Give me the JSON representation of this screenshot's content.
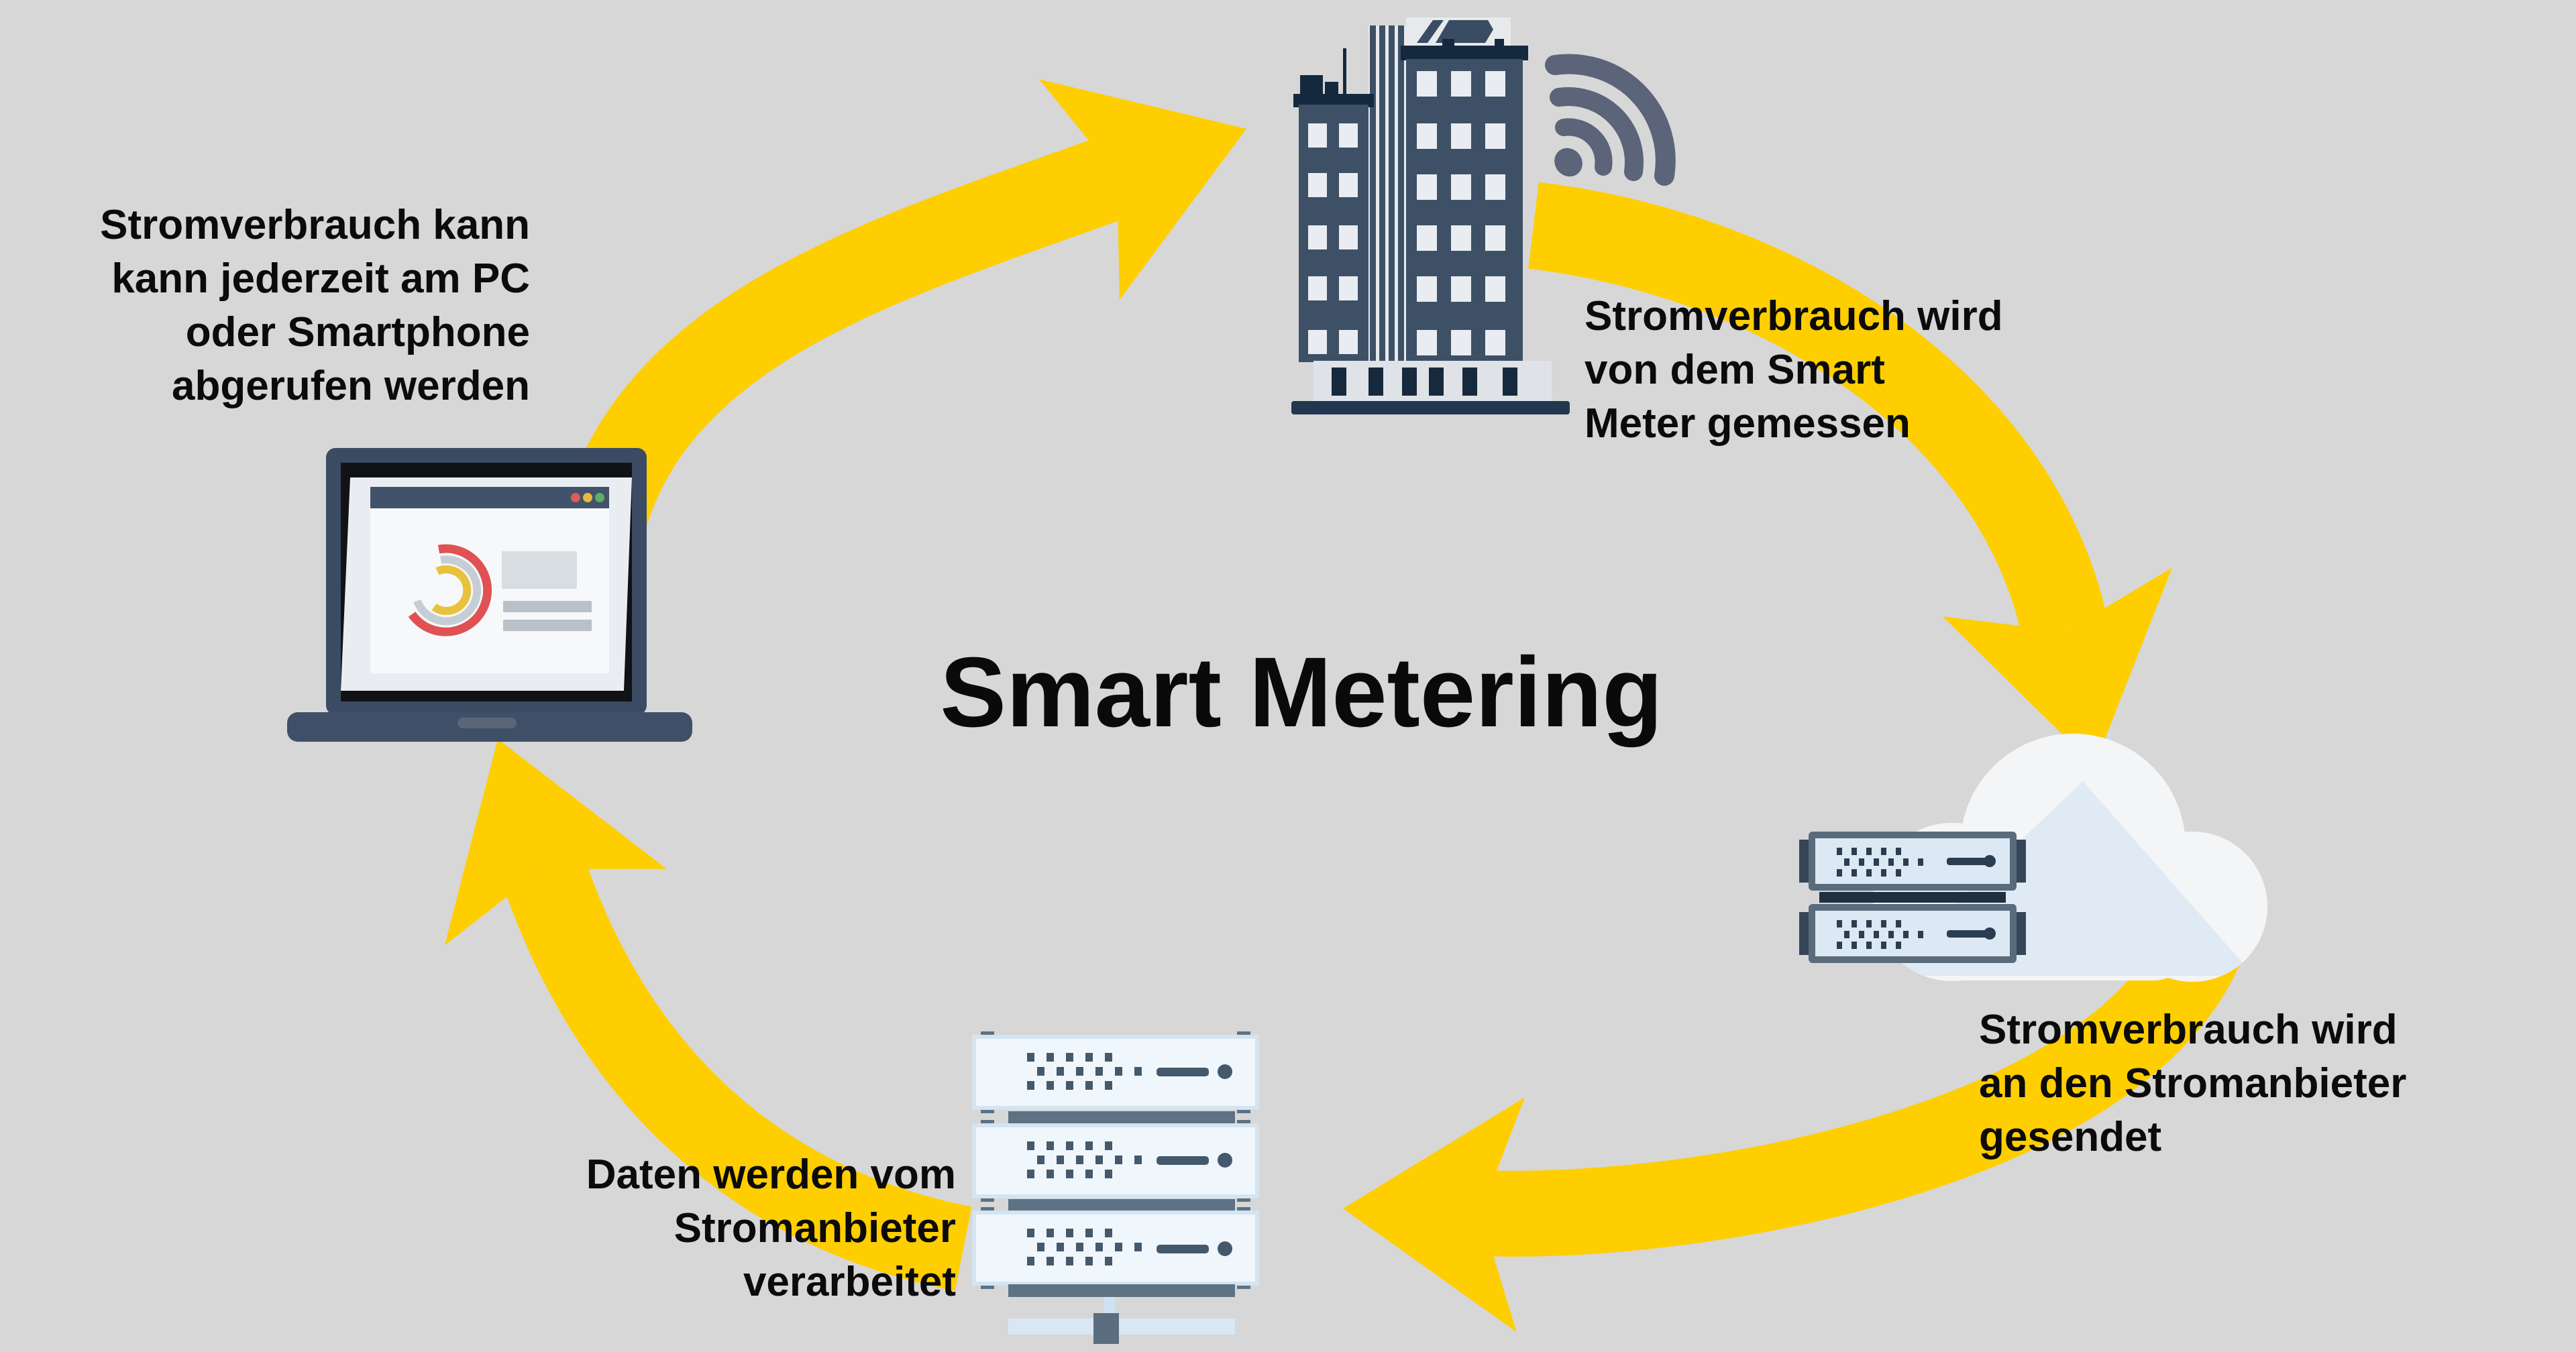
{
  "diagram": {
    "title": "Smart Metering",
    "type": "circular-flow",
    "colors": {
      "background": "#d7d7d7",
      "arrow": "#ffce00",
      "building": "#3d5066",
      "roof": "#15293e",
      "icon_slate": "#5b6478",
      "server_face": "#dce8f3",
      "server_face_light": "#f0f7fc",
      "cloud": "#f3f5f6",
      "text": "#0b0b0b"
    },
    "steps": [
      {
        "id": "measure",
        "icon": "office-building-wifi-icon",
        "lines": [
          "Stromverbrauch wird",
          "von dem Smart",
          "Meter gemessen"
        ]
      },
      {
        "id": "send",
        "icon": "cloud-servers-icon",
        "lines": [
          "Stromverbrauch wird",
          "an den Stromanbieter",
          "gesendet"
        ]
      },
      {
        "id": "process",
        "icon": "server-rack-icon",
        "lines": [
          "Daten werden vom",
          "Stromanbieter",
          "verarbeitet"
        ]
      },
      {
        "id": "access",
        "icon": "laptop-icon",
        "lines": [
          "Stromverbrauch kann",
          "kann jederzeit am PC",
          "oder Smartphone",
          "abgerufen werden"
        ]
      }
    ]
  }
}
